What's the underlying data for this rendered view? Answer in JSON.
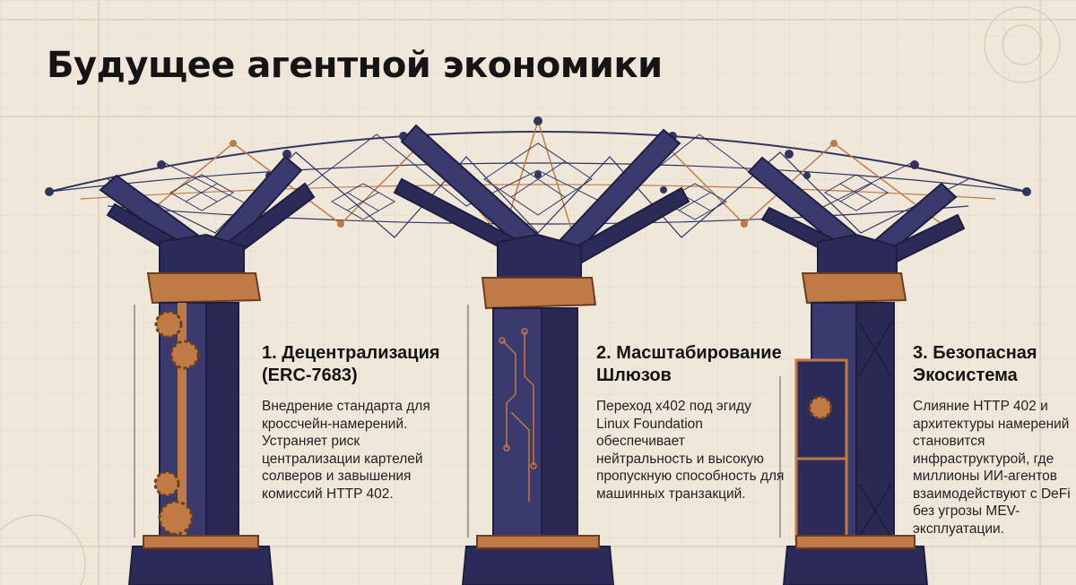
{
  "title": "Будущее агентной экономики",
  "pillars": [
    {
      "heading": "1. Децентрализация (ERC-7683)",
      "text": "Внедрение стандарта для кроссчейн-намерений. Устраняет риск централизации картелей солверов и завышения комиссий HTTP 402."
    },
    {
      "heading": "2. Масштабирование Шлюзов",
      "text": "Переход x402 под эгиду Linux Foundation обеспечивает нейтральность и высокую пропускную способность для машинных транзакций."
    },
    {
      "heading": "3. Безопасная Экосистема",
      "text": "Слияние HTTP 402 и архитектуры намерений становится инфраструктурой, где миллионы ИИ-агентов взаимодействуют с DeFi без угрозы MEV-эксплуатации."
    }
  ],
  "colors": {
    "background": "#efe8da",
    "steel": "#3b3a6e",
    "steel_dark": "#23224a",
    "copper": "#c07a45",
    "net": "#2f3560"
  }
}
